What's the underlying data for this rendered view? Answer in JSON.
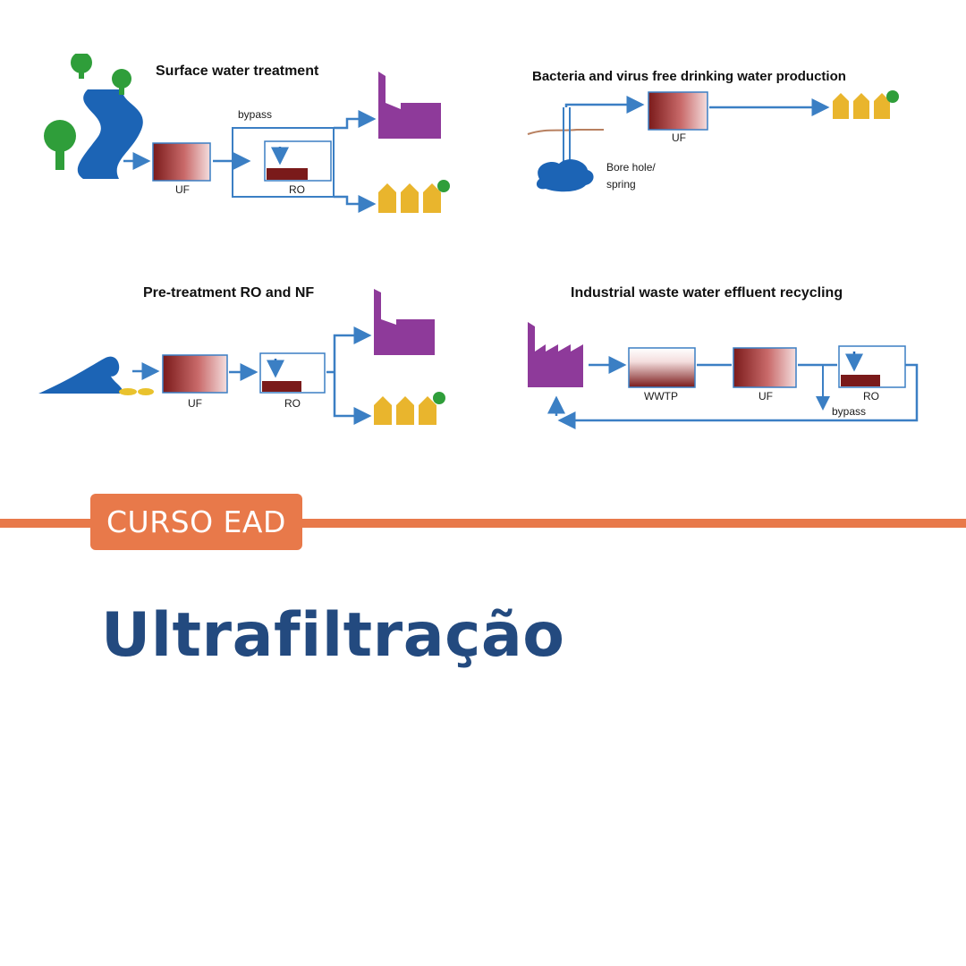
{
  "diagrams": {
    "surface": {
      "title": "Surface water treatment",
      "bypass_label": "bypass",
      "uf_label": "UF",
      "ro_label": "RO"
    },
    "bacteria": {
      "title": "Bacteria and virus free drinking water production",
      "uf_label": "UF",
      "source_label_line1": "Bore hole/",
      "source_label_line2": "spring"
    },
    "pretreatment": {
      "title": "Pre-treatment RO and NF",
      "uf_label": "UF",
      "ro_label": "RO"
    },
    "industrial": {
      "title": "Industrial waste water effluent recycling",
      "wwtp_label": "WWTP",
      "uf_label": "UF",
      "ro_label": "RO",
      "bypass_label": "bypass"
    }
  },
  "badge": {
    "text": "CURSO EAD"
  },
  "title": {
    "text": "Ultrafiltração"
  },
  "colors": {
    "accent": "#e8794a",
    "title": "#234a7f",
    "flow_line": "#3b7fc4",
    "factory": "#8e3a9a",
    "houses": "#e9b52d",
    "trees": "#2f9e3a",
    "water": "#1c64b5",
    "membrane": "#7a1a1a"
  }
}
